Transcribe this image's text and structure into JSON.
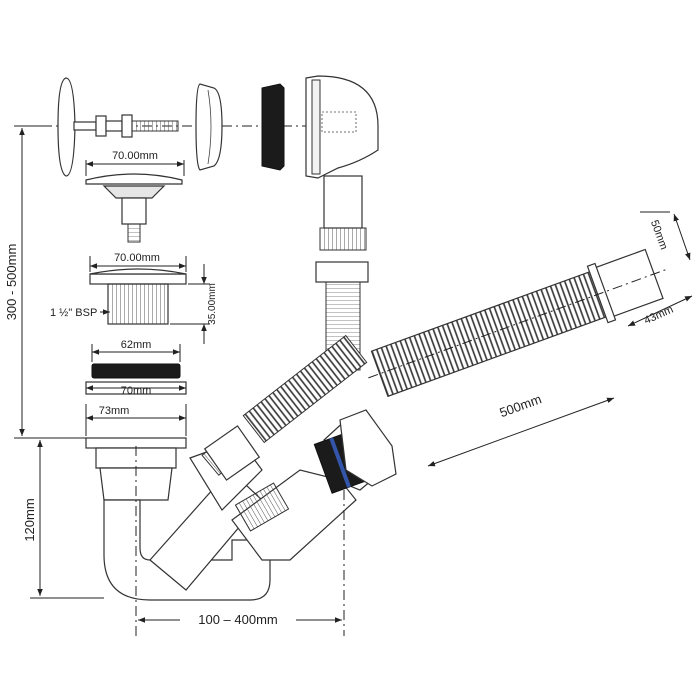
{
  "labels": {
    "cap_dia": "70.00mm",
    "flange_dia": "70.00mm",
    "thread": "1 ½\" BSP",
    "body_height": "35.00mm",
    "washer_dia": "62mm",
    "ring_dia": "70mm",
    "base_dia": "73mm",
    "height_range": "300 - 500mm",
    "trap_height": "120mm",
    "offset_range": "100 – 400mm",
    "hose_length": "500mm",
    "outlet_outer": "50mm",
    "outlet_inner": "43mm"
  }
}
